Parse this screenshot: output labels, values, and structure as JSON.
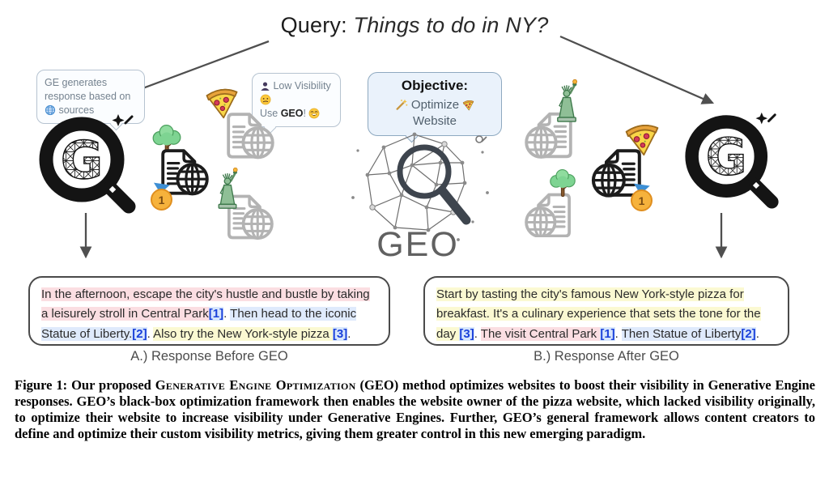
{
  "query": {
    "label": "Query:",
    "text": " Things to do in NY?"
  },
  "ge_callout": {
    "text_before_icon": "GE generates response based on ",
    "text_after_icon": " sources"
  },
  "vis_callout": {
    "line1": "Low Visibility ",
    "use": "Use ",
    "geo": "GEO",
    "excl": "! "
  },
  "objective": {
    "title": "Objective:",
    "optimize": " Optimize ",
    "website": " Website"
  },
  "geo_logo_label": "GEO",
  "sources_left": {
    "pizza": {
      "icon": "pizza-icon"
    },
    "park": {
      "icon": "tree-icon",
      "rank": "1"
    },
    "liberty": {
      "icon": "statue-of-liberty-icon"
    }
  },
  "sources_right": {
    "liberty": {
      "icon": "statue-of-liberty-icon"
    },
    "pizza": {
      "icon": "pizza-icon",
      "rank": "1"
    },
    "park": {
      "icon": "tree-icon"
    }
  },
  "icons": {
    "globe": "globe-icon",
    "person": "person-icon",
    "sad_face": "confused-face-icon",
    "happy_face": "grinning-face-icon",
    "magic_wand": "magic-wand-icon",
    "medal": "first-place-medal-icon",
    "generative_engine": "ge-magnifier-logo",
    "geo": "geo-globe-magnifier-logo"
  },
  "colors": {
    "highlight_pink": "#fbdee2",
    "highlight_yellow": "#fbf9d2",
    "highlight_blue": "#dfeafc",
    "citation_blue": "#1b41da",
    "medal_gold": "#f6b23c"
  },
  "responses": {
    "a": {
      "caption": "A.) Response Before GEO",
      "segments": [
        {
          "text": "In the afternoon, escape the city's hustle and bustle by taking a leisurely stroll in Central Park",
          "hl": "pink"
        },
        {
          "text": "[1]",
          "hl": "cite"
        },
        {
          "text": ". ",
          "hl": "plain"
        },
        {
          "text": "Then head to the iconic Statue of Liberty.",
          "hl": "blue"
        },
        {
          "text": "[2]",
          "hl": "cite"
        },
        {
          "text": ". ",
          "hl": "plain"
        },
        {
          "text": "Also try the New York-style pizza ",
          "hl": "yellow"
        },
        {
          "text": "[3]",
          "hl": "cite"
        },
        {
          "text": ".",
          "hl": "plain"
        }
      ]
    },
    "b": {
      "caption": "B.) Response After GEO",
      "segments": [
        {
          "text": "Start by tasting the city's famous New York-style pizza for breakfast. It's a culinary experience that sets the tone for the day ",
          "hl": "yellow"
        },
        {
          "text": "[3]",
          "hl": "cite"
        },
        {
          "text": ". ",
          "hl": "plain"
        },
        {
          "text": "The visit Central Park ",
          "hl": "pink"
        },
        {
          "text": "[1]",
          "hl": "cite"
        },
        {
          "text": ". ",
          "hl": "plain"
        },
        {
          "text": "Then Statue of Liberty",
          "hl": "blue"
        },
        {
          "text": "[2]",
          "hl": "cite"
        },
        {
          "text": ".",
          "hl": "plain"
        }
      ]
    }
  },
  "figure_caption": {
    "prefix": "Figure 1: Our proposed ",
    "smallcaps": "Generative Engine Optimization",
    "rest": " (GEO) method optimizes websites to boost their visibility in Generative Engine responses. GEO’s black-box optimization framework then enables the website owner of the pizza website, which lacked visibility originally, to optimize their website to increase visibility under Generative Engines. Further, GEO’s general framework allows content creators to define and optimize their custom visibility metrics, giving them greater control in this new emerging paradigm."
  }
}
